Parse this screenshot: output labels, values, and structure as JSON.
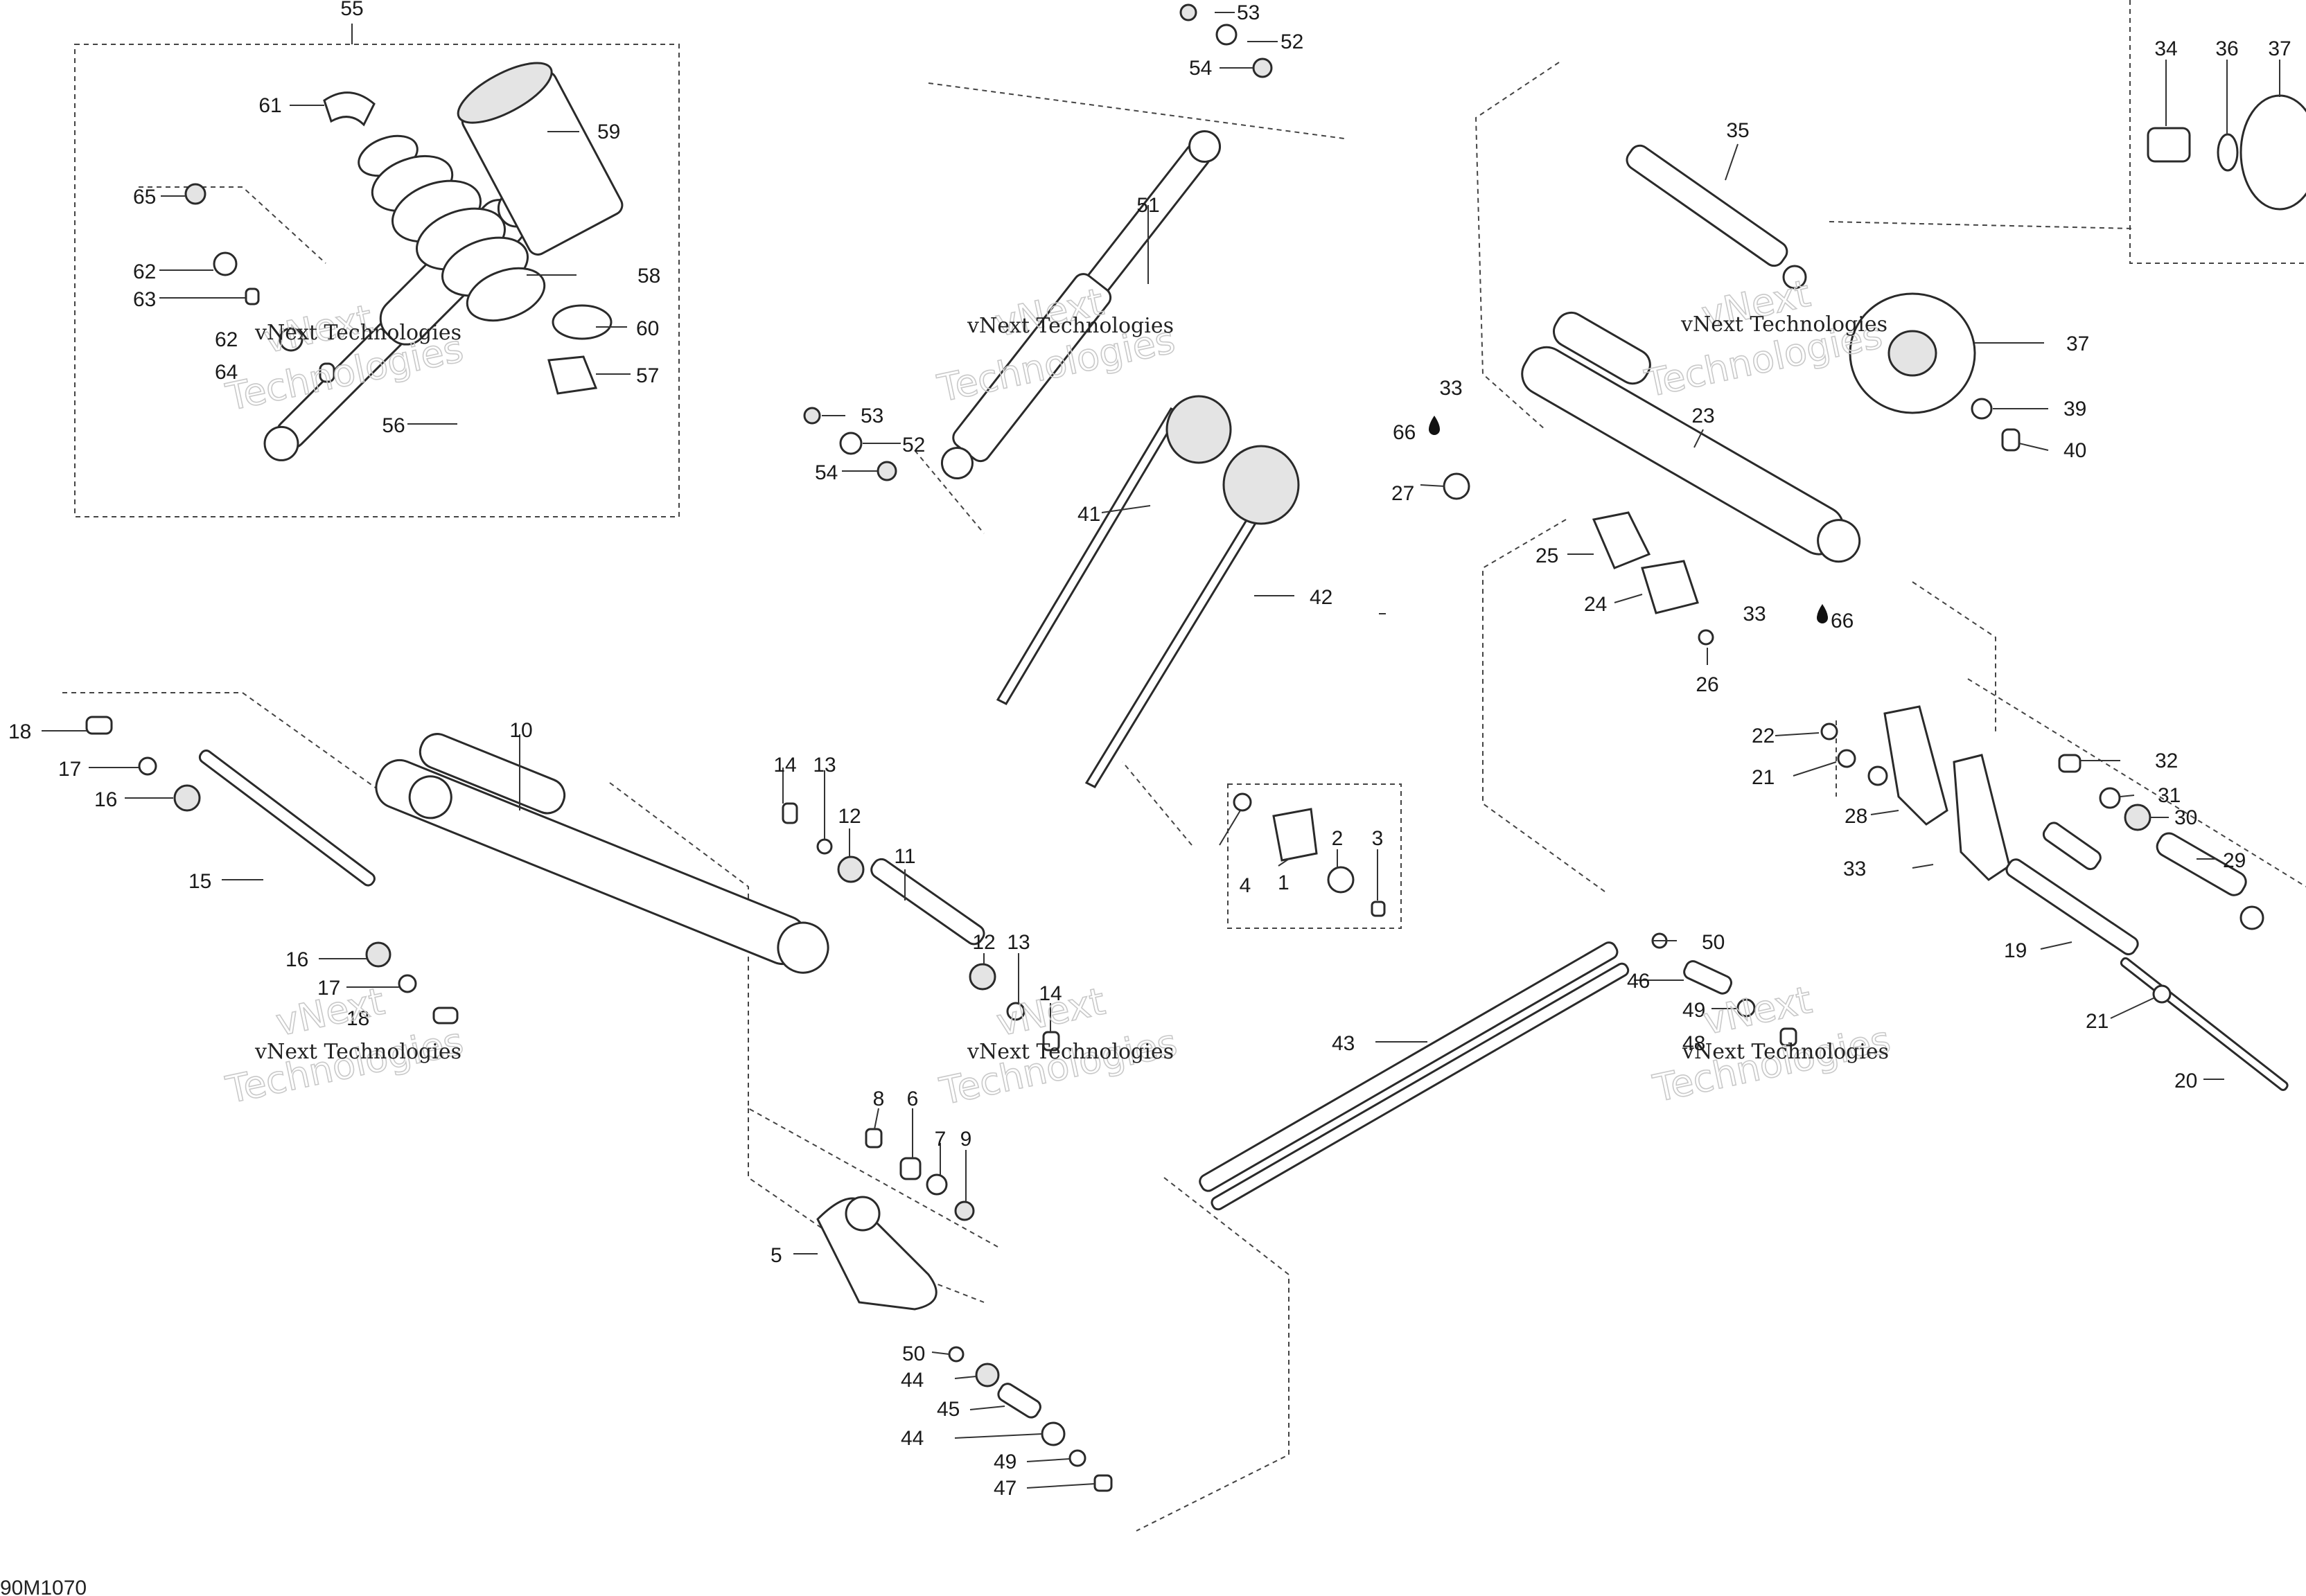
{
  "labels": {
    "l1": "1",
    "l2": "2",
    "l3": "3",
    "l4": "4",
    "l5": "5",
    "l6": "6",
    "l7": "7",
    "l8": "8",
    "l9": "9",
    "l10": "10",
    "l11": "11",
    "l12a": "12",
    "l12b": "12",
    "l13a": "13",
    "l13b": "13",
    "l14a": "14",
    "l14b": "14",
    "l15": "15",
    "l16a": "16",
    "l16b": "16",
    "l17a": "17",
    "l17b": "17",
    "l18a": "18",
    "l18b": "18",
    "l19": "19",
    "l20": "20",
    "l21a": "21",
    "l21b": "21",
    "l22": "22",
    "l23": "23",
    "l24": "24",
    "l25": "25",
    "l26": "26",
    "l27": "27",
    "l28": "28",
    "l29": "29",
    "l30": "30",
    "l31": "31",
    "l32": "32",
    "l33a": "33",
    "l33b": "33",
    "l33c": "33",
    "l34": "34",
    "l35": "35",
    "l36": "36",
    "l37a": "37",
    "l37b": "37",
    "l39": "39",
    "l40": "40",
    "l41": "41",
    "l42": "42",
    "l43": "43",
    "l44a": "44",
    "l44b": "44",
    "l45": "45",
    "l46": "46",
    "l47": "47",
    "l48": "48",
    "l49a": "49",
    "l49b": "49",
    "l50a": "50",
    "l50b": "50",
    "l51": "51",
    "l52a": "52",
    "l52b": "52",
    "l53a": "53",
    "l53b": "53",
    "l54a": "54",
    "l54b": "54",
    "l55": "55",
    "l56": "56",
    "l57": "57",
    "l58": "58",
    "l59": "59",
    "l60": "60",
    "l61": "61",
    "l62a": "62",
    "l62b": "62",
    "l63": "63",
    "l64": "64",
    "l65": "65",
    "l66a": "66",
    "l66b": "66"
  },
  "watermark": {
    "line1": "vNext Technologies",
    "line2": "vNext",
    "line3": "Technologies"
  },
  "drawing_code": "90M1070",
  "colors": {
    "ink": "#2a2a2a",
    "watermark_outline": "#c9c9c9"
  },
  "icons": {
    "lube": "oil-drop-icon"
  }
}
